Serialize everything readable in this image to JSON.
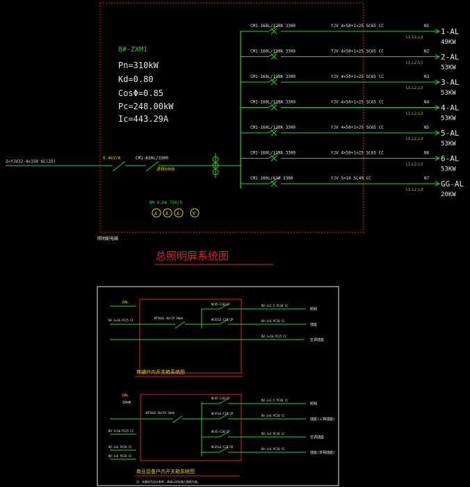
{
  "panel": {
    "name": "8#-ZXM1",
    "pn": "Pn=310kW",
    "kd": "Kd=0.80",
    "cos": "CosΦ=0.85",
    "pc": "Pc=248.00kW",
    "ic": "Ic=443.29A",
    "incoming_cable": "2×YJV22-4×150 SC(25)",
    "fuse_label": "0.4kV/A",
    "main_breaker": "CM1-630L/3300",
    "main_breaker_sub": "进线600A",
    "meter_label": "BM-0.66 750/5",
    "meter_symbols": [
      "A",
      "A",
      "A",
      "V"
    ],
    "box_caption": "照明配电箱",
    "title": "总照明屏系统图"
  },
  "feeders": [
    {
      "breaker": "CM1-160L/125A 3300",
      "cable": "YJV 4×50+1×25 SC65 CC",
      "circuit": "N1",
      "phases": "L1,L2,L3",
      "name": "1-AL",
      "power": "49KW"
    },
    {
      "breaker": "CM1-160L/125A 3300",
      "cable": "YJV 4×50+1×25 SC65 CC",
      "circuit": "N2",
      "phases": "L1,L2,L3",
      "name": "2-AL",
      "power": "53KW"
    },
    {
      "breaker": "CM1-160L/125A 3300",
      "cable": "YJV 4×50+1×25 SC65 CC",
      "circuit": "N3",
      "phases": "L1,L2,L3",
      "name": "3-AL",
      "power": "53KW"
    },
    {
      "breaker": "CM1-160L/125A 3300",
      "cable": "YJV 4×50+1×25 SC65 CC",
      "circuit": "N4",
      "phases": "L1,L2,L3",
      "name": "4-AL",
      "power": "53KW"
    },
    {
      "breaker": "CM1-160L/125A 3300",
      "cable": "YJV 4×50+1×25 SC65 CC",
      "circuit": "N5",
      "phases": "L1,L2,L3",
      "name": "5-AL",
      "power": "53KW"
    },
    {
      "breaker": "CM1-160L/125A 3300",
      "cable": "YJV 4×50+1×25 SC65 CC",
      "circuit": "N6",
      "phases": "L1,L2,L3",
      "name": "6-AL",
      "power": "53KW"
    },
    {
      "breaker": "CM1-100L/63A 3300",
      "cable": "YJV 5×16 SC40 CC",
      "circuit": "N7",
      "phases": "L1,L2,L3",
      "name": "GG-AL",
      "power": "20KW"
    }
  ],
  "lower_top": {
    "title": "商铺户内开关箱系统图",
    "in_label": "DAL",
    "in_cable": "BV-3×10 PC25 CC",
    "main_breaker": "NT50LE-40/2P 30mA",
    "outputs": [
      {
        "breaker": "NC45-C16/1P",
        "cable": "BV-3×2.5 PC20 CC",
        "load": "照明"
      },
      {
        "breaker": "NC45LE-C20/2P",
        "cable": "BV-3×4 PC20 CC",
        "load": "插座"
      },
      {
        "breaker": "",
        "cable": "BV-3×10 PC25 CC",
        "load": "空调插座"
      }
    ]
  },
  "lower_bottom": {
    "title": "商业后备户内开关箱系统图",
    "in_label": "DAL",
    "in_power": "20kW",
    "main_breaker": "NT50LE-40/2P 30mA",
    "note": "注：本图仅为设计参考，具体以实际施工图纸为准。",
    "outputs": [
      {
        "breaker": "NC45-C16/1P",
        "cable": "BV-3×2.5 PC20 CC",
        "load": "照明"
      },
      {
        "breaker": "NC45LE-C20/2P",
        "cable": "BV-3×4 PC20 CC",
        "load": "插座(三相插座)"
      },
      {
        "breaker": "NC45-C20/2P",
        "cable": "BV-3×4 PC20 CC",
        "load": "空调插座"
      },
      {
        "breaker": "NC45LE-C20/2P",
        "cable": "BV-3×4 PC20 CC",
        "load": "插座(单相插座)"
      }
    ],
    "side_cables": [
      "BV-3×10 PC25 CC",
      "BV-3×6 PC20 CC",
      "BV-3×6 PC20 CC"
    ]
  }
}
